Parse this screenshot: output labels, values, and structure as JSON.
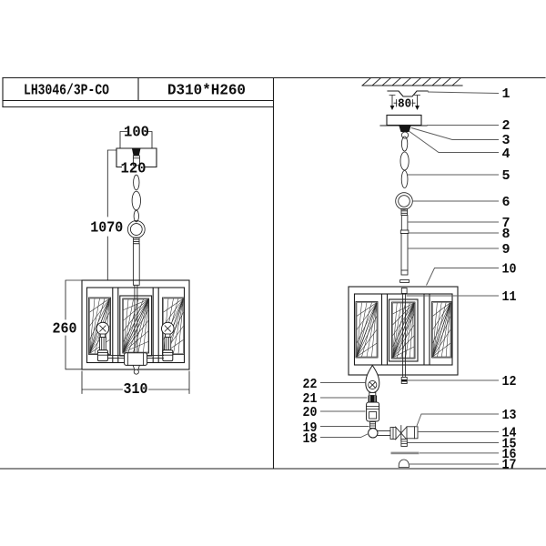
{
  "title_block": {
    "model": "LH3046/3P-CO",
    "size": "D310*H260"
  },
  "left_view": {
    "dim_100": "100",
    "dim_120": "120",
    "dim_1070": "1070",
    "dim_260": "260",
    "dim_310": "310"
  },
  "right_view": {
    "dim_80": "80",
    "parts": [
      "1",
      "2",
      "3",
      "4",
      "5",
      "6",
      "7",
      "8",
      "9",
      "10",
      "11",
      "12",
      "13",
      "14",
      "15",
      "16",
      "17",
      "18",
      "19",
      "20",
      "21",
      "22"
    ]
  }
}
